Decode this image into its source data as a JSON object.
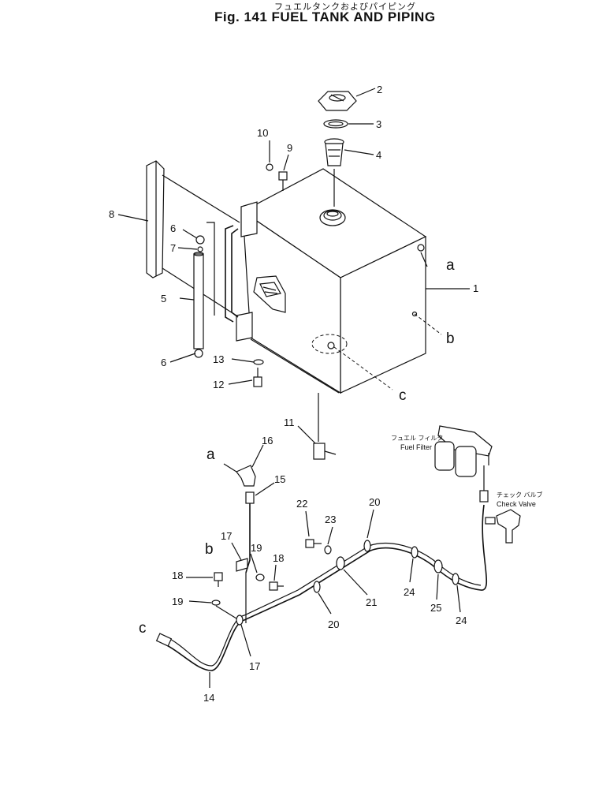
{
  "header": {
    "title_jp": "フュエルタンクおよびパイピング",
    "title_en": "Fig. 141  FUEL TANK AND PIPING"
  },
  "callouts": {
    "c1": "1",
    "c2": "2",
    "c3": "3",
    "c4": "4",
    "c5": "5",
    "c6a": "6",
    "c6b": "6",
    "c7": "7",
    "c8": "8",
    "c9": "9",
    "c10": "10",
    "c11": "11",
    "c12": "12",
    "c13": "13",
    "c14": "14",
    "c15": "15",
    "c16": "16",
    "c17a": "17",
    "c17b": "17",
    "c18a": "18",
    "c18b": "18",
    "c19a": "19",
    "c19b": "19",
    "c20a": "20",
    "c20b": "20",
    "c21": "21",
    "c22": "22",
    "c23": "23",
    "c24a": "24",
    "c24b": "24",
    "c25": "25"
  },
  "connections": {
    "a_tank": "a",
    "b_tank": "b",
    "c_tank": "c",
    "a_pipe": "a",
    "b_pipe": "b",
    "c_pipe": "c"
  },
  "notes": {
    "fuel_filter_jp": "フュエル フィルタ",
    "fuel_filter_en": "Fuel Filter",
    "check_valve_jp": "チェック バルブ",
    "check_valve_en": "Check Valve"
  }
}
